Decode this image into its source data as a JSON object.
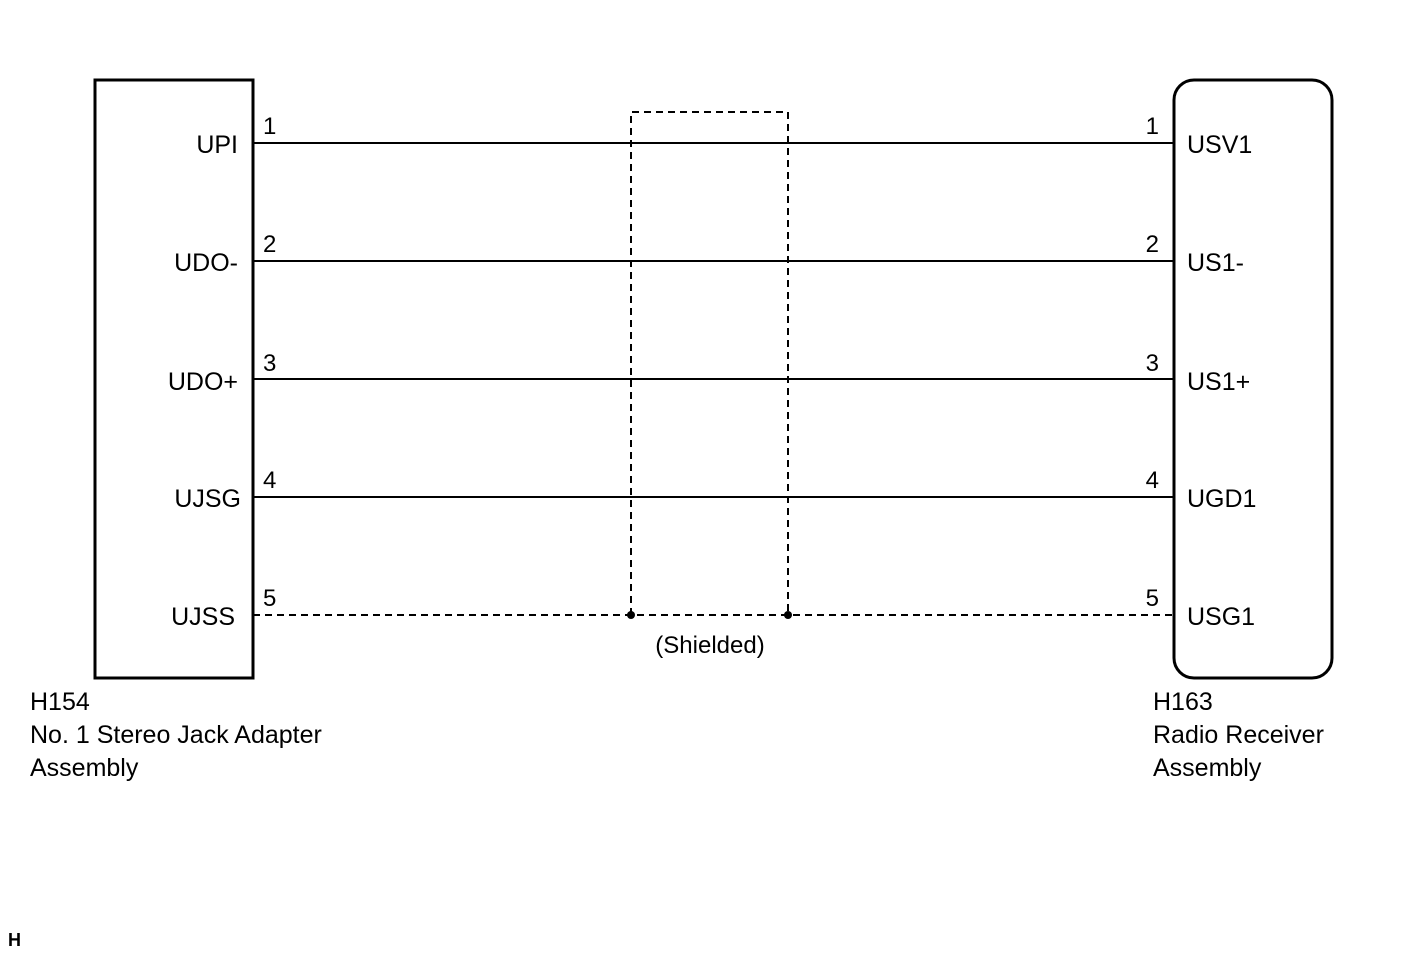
{
  "left_connector": {
    "code": "H154",
    "name_line1": "No. 1 Stereo Jack Adapter",
    "name_line2": "Assembly",
    "pins": [
      {
        "num": "1",
        "label": "UPI"
      },
      {
        "num": "2",
        "label": "UDO-"
      },
      {
        "num": "3",
        "label": "UDO+"
      },
      {
        "num": "4",
        "label": "UJSG"
      },
      {
        "num": "5",
        "label": "UJSS"
      }
    ]
  },
  "right_connector": {
    "code": "H163",
    "name_line1": "Radio Receiver",
    "name_line2": "Assembly",
    "pins": [
      {
        "num": "1",
        "label": "USV1"
      },
      {
        "num": "2",
        "label": "US1-"
      },
      {
        "num": "3",
        "label": "US1+"
      },
      {
        "num": "4",
        "label": "UGD1"
      },
      {
        "num": "5",
        "label": "USG1"
      }
    ]
  },
  "wires": [
    {
      "from": "UPI",
      "to": "USV1",
      "style": "solid"
    },
    {
      "from": "UDO-",
      "to": "US1-",
      "style": "solid"
    },
    {
      "from": "UDO+",
      "to": "US1+",
      "style": "solid"
    },
    {
      "from": "UJSG",
      "to": "UGD1",
      "style": "solid"
    },
    {
      "from": "UJSS",
      "to": "USG1",
      "style": "dashed"
    }
  ],
  "shield_label": "(Shielded)",
  "page_mark": "H"
}
